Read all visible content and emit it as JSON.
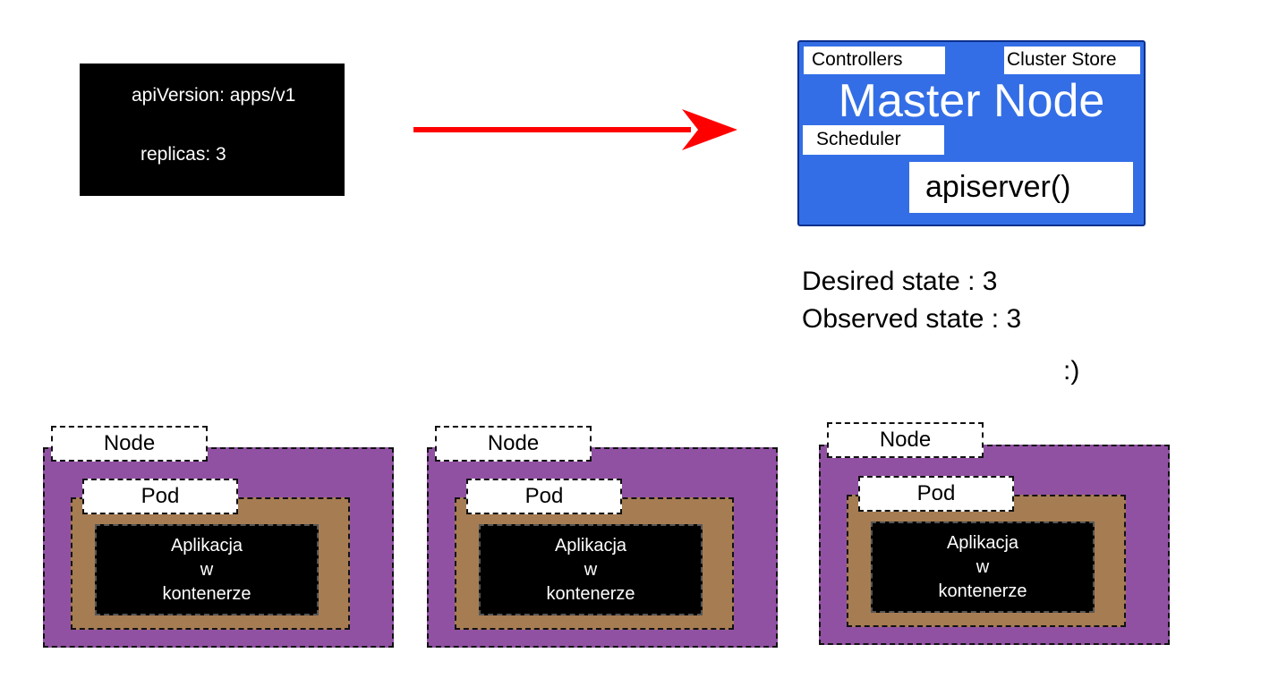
{
  "manifest": {
    "line1": "apiVersion: apps/v1",
    "line2": "replicas: 3"
  },
  "arrow_color": "#ff0000",
  "master": {
    "title": "Master Node",
    "controllers": "Controllers",
    "cluster_store": "Cluster Store",
    "scheduler": "Scheduler",
    "apiserver": "apiserver()",
    "fill_color": "#336ee6"
  },
  "status": {
    "desired": "Desired state : 3",
    "observed": "Observed state : 3",
    "smiley": ":)"
  },
  "nodes": [
    {
      "node_label": "Node",
      "pod_label": "Pod",
      "container": {
        "line1": "Aplikacja",
        "line2": "w",
        "line3": "kontenerze"
      }
    },
    {
      "node_label": "Node",
      "pod_label": "Pod",
      "container": {
        "line1": "Aplikacja",
        "line2": "w",
        "line3": "kontenerze"
      }
    },
    {
      "node_label": "Node",
      "pod_label": "Pod",
      "container": {
        "line1": "Aplikacja",
        "line2": "w",
        "line3": "kontenerze"
      }
    }
  ],
  "colors": {
    "node": "#9151a3",
    "pod": "#a67c52",
    "container": "#000000"
  }
}
